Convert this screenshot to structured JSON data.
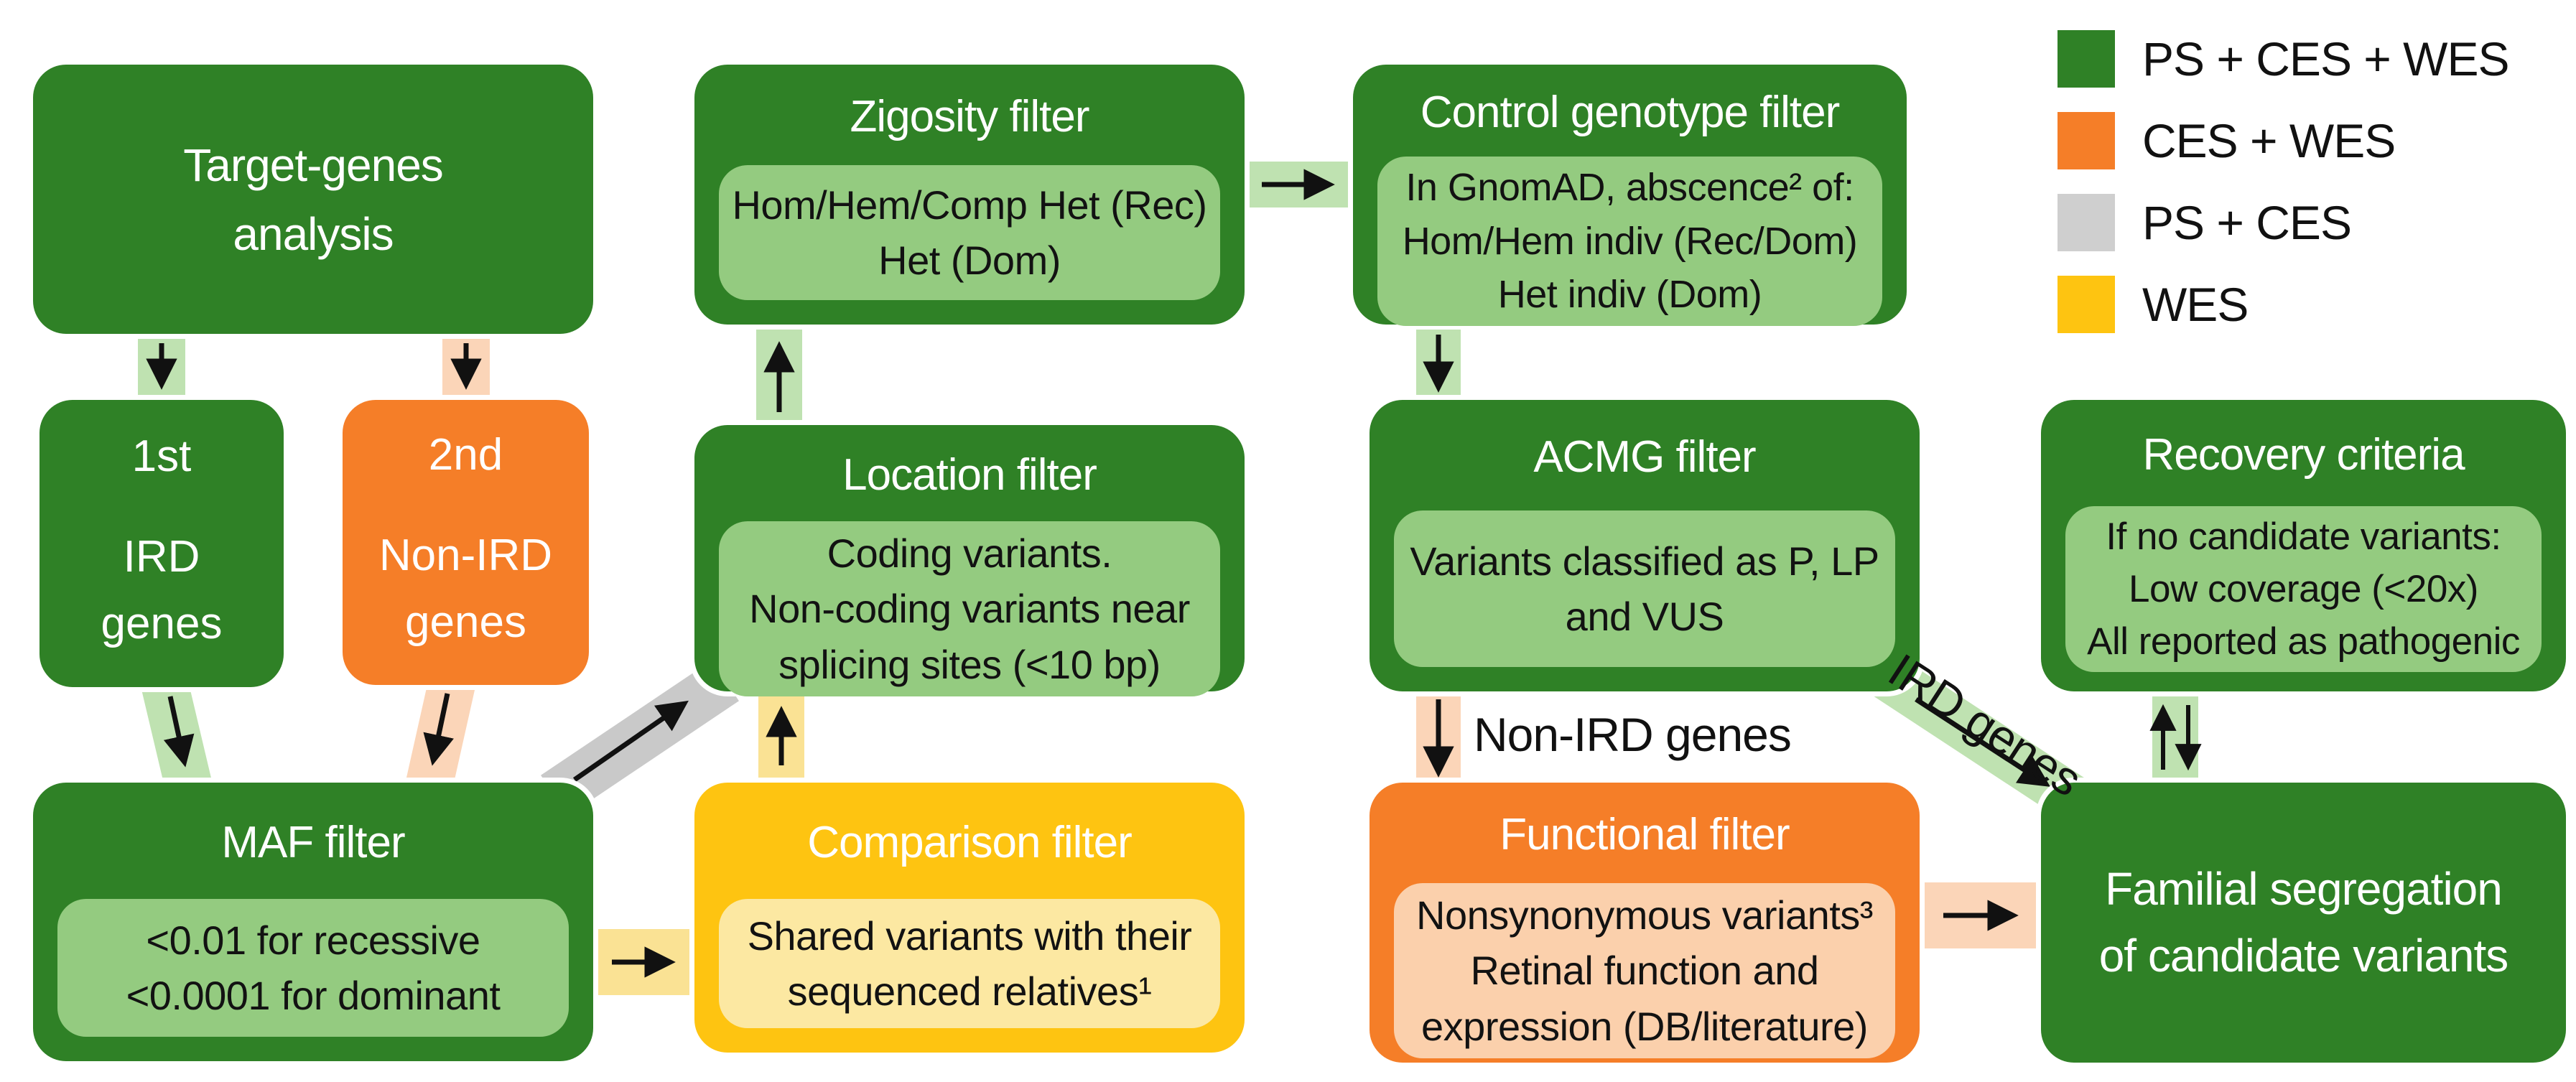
{
  "figure": {
    "description": "Variant filtering pipeline flowchart"
  },
  "palette": {
    "dark_green": "#2F8126",
    "light_green": "#94CB80",
    "orange": "#F57E28",
    "light_orange": "#FBD0AC",
    "yellow": "#FEC411",
    "light_yellow": "#FCE8A2",
    "legend_gray": "#CFCFCF",
    "band_green": "#BFE2B1",
    "band_orange": "#FBD5B8",
    "band_yellow": "#FAE294",
    "band_gray": "#C9C9C9",
    "arrow_black": "#111111"
  },
  "legend": {
    "items": [
      {
        "label": "PS + CES + WES",
        "color": "#2F8126"
      },
      {
        "label": "CES + WES",
        "color": "#F57E28"
      },
      {
        "label": "PS + CES",
        "color": "#CFCFCF"
      },
      {
        "label": "WES",
        "color": "#FEC411"
      }
    ]
  },
  "nodes": {
    "target_genes": {
      "title": "Target-genes\nanalysis"
    },
    "first_genes": {
      "line1": "1st",
      "line2": "IRD\ngenes"
    },
    "second_genes": {
      "line1": "2nd",
      "line2": "Non-IRD\ngenes"
    },
    "maf": {
      "title": "MAF filter",
      "body": "<0.01 for recessive\n<0.0001 for dominant"
    },
    "zigosity": {
      "title": "Zigosity filter",
      "body": "Hom/Hem/Comp Het (Rec)\nHet (Dom)"
    },
    "location": {
      "title": "Location filter",
      "body": "Coding variants.\nNon-coding variants near\nsplicing sites (<10 bp)"
    },
    "comparison": {
      "title": "Comparison filter",
      "body": "Shared variants with their\nsequenced relatives¹"
    },
    "control_genotype": {
      "title": "Control genotype filter",
      "body": "In GnomAD, abscence² of:\nHom/Hem indiv (Rec/Dom)\nHet indiv (Dom)"
    },
    "acmg": {
      "title": "ACMG filter",
      "body": "Variants classified as P, LP\nand VUS"
    },
    "functional": {
      "title": "Functional filter",
      "body": "Nonsynonymous variants³\nRetinal function and\nexpression (DB/literature)"
    },
    "recovery": {
      "title": "Recovery criteria",
      "body": "If no candidate variants:\nLow coverage (<20x)\nAll reported as pathogenic"
    },
    "familial": {
      "title": "Familial segregation\nof candidate variants"
    }
  },
  "edge_labels": {
    "non_ird": "Non-IRD genes",
    "ird": "IRD genes"
  }
}
